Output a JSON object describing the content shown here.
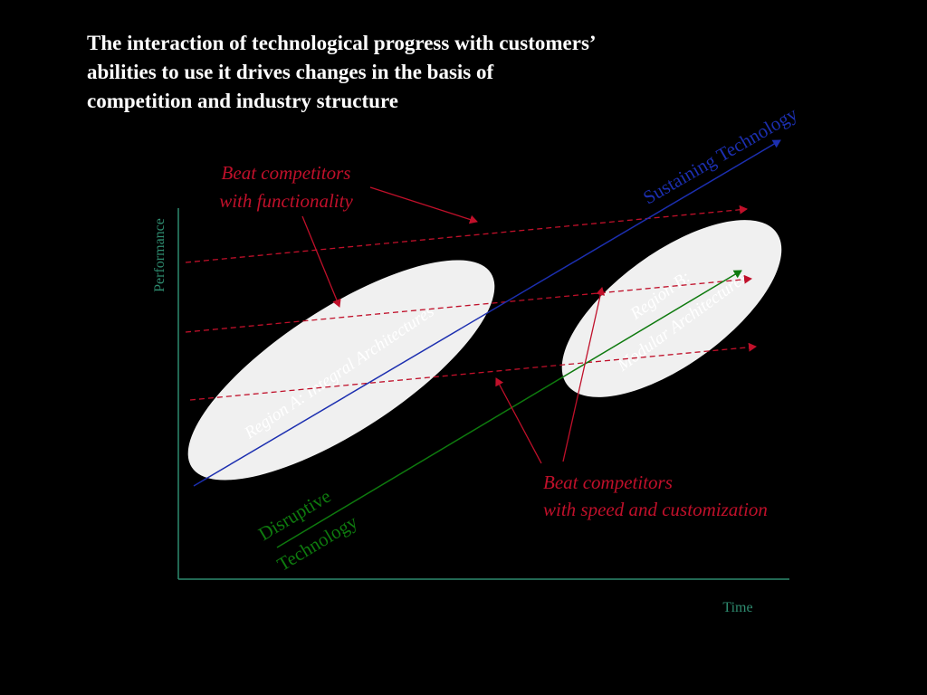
{
  "title": {
    "line1": "The interaction of technological progress with customers’",
    "line2": "abilities to use it drives changes in the basis of",
    "line3": "competition and industry structure"
  },
  "axes": {
    "y_label": "Performance",
    "x_label": "Time"
  },
  "sustaining": {
    "label": "Sustaining Technology"
  },
  "disruptive": {
    "line1": "Disruptive",
    "line2": "Technology"
  },
  "region_a": {
    "label": "Region A: Integral Architectures"
  },
  "region_b": {
    "line1": "Region B:",
    "line2": "Modular Architectures"
  },
  "functionality_annotation": {
    "line1": "Beat competitors",
    "line2": "with functionality"
  },
  "speed_annotation": {
    "line1": "Beat competitors",
    "line2": "with speed and customization"
  },
  "colors": {
    "background": "#000000",
    "title": "#ffffff",
    "axis": "#2e8b6f",
    "sustaining": "#1c2fb0",
    "disruptive": "#0e7a0e",
    "annotation": "#c0102a",
    "region_fill": "#f0f0f0",
    "region_text": "#ffffff"
  }
}
